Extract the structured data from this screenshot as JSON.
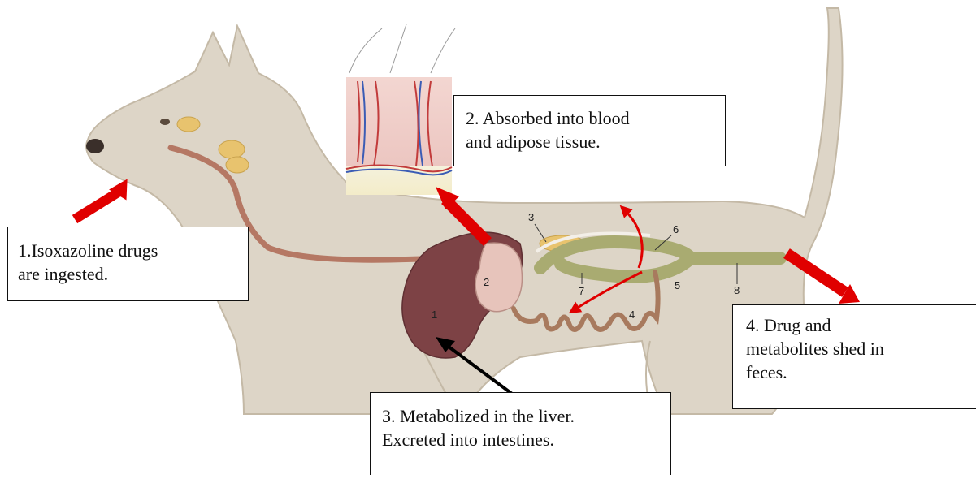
{
  "diagram": {
    "callouts": {
      "step1": [
        "1.Isoxazoline drugs",
        "are ingested."
      ],
      "step2": [
        "2. Absorbed into blood",
        "and adipose tissue."
      ],
      "step3": [
        "3. Metabolized in the liver.",
        "Excreted into intestines."
      ],
      "step4": [
        "4. Drug and",
        "metabolites shed in",
        "feces."
      ]
    },
    "organ_numbers": [
      "1",
      "2",
      "3",
      "4",
      "5",
      "6",
      "7",
      "8"
    ]
  },
  "colors": {
    "body": "#ddd5c7",
    "body_outline": "#c4b9a6",
    "liver": "#7d4245",
    "stomach": "#e7c4bb",
    "intestine": "#a87a5e",
    "colon": "#a9ab71",
    "esophagus": "#b57864",
    "gland": "#e8c36e",
    "skin": "#eec9c4",
    "arrow_red": "#e00000",
    "arrow_black": "#000000"
  }
}
